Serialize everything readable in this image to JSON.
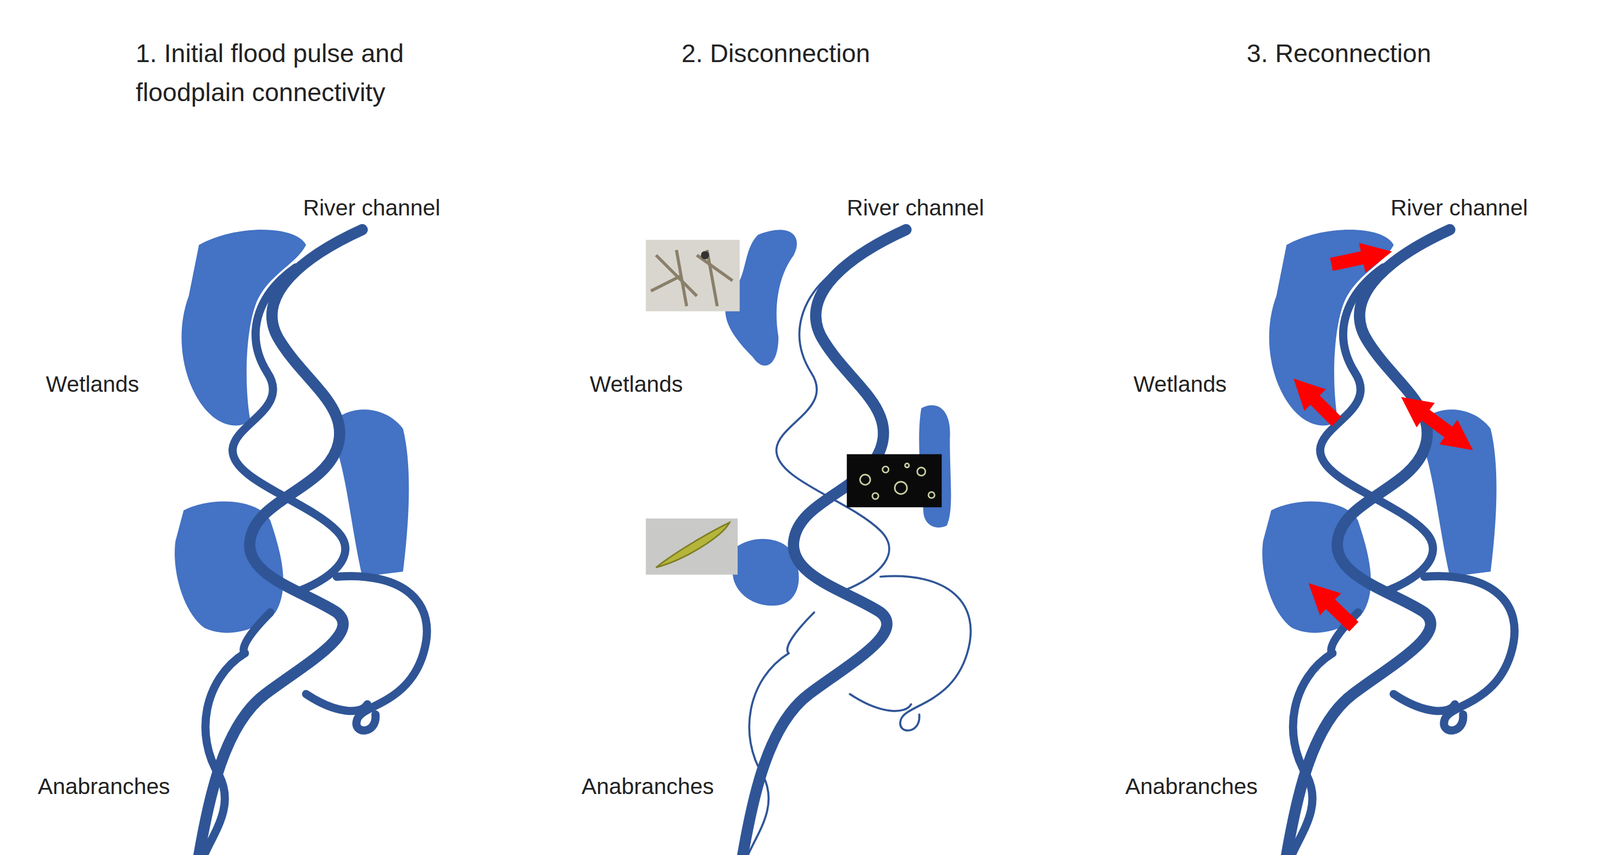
{
  "diagram": {
    "labels": [
      "1. Initial flood pulse and floodplain connectivity",
      "2. Disconnection",
      "3. Reconnection",
      "River channel",
      "Wetlands",
      "Anabranches",
      "River channel",
      "Wetlands",
      "Anabranches",
      "River channel",
      "Wetlands",
      "Anabranches"
    ]
  }
}
